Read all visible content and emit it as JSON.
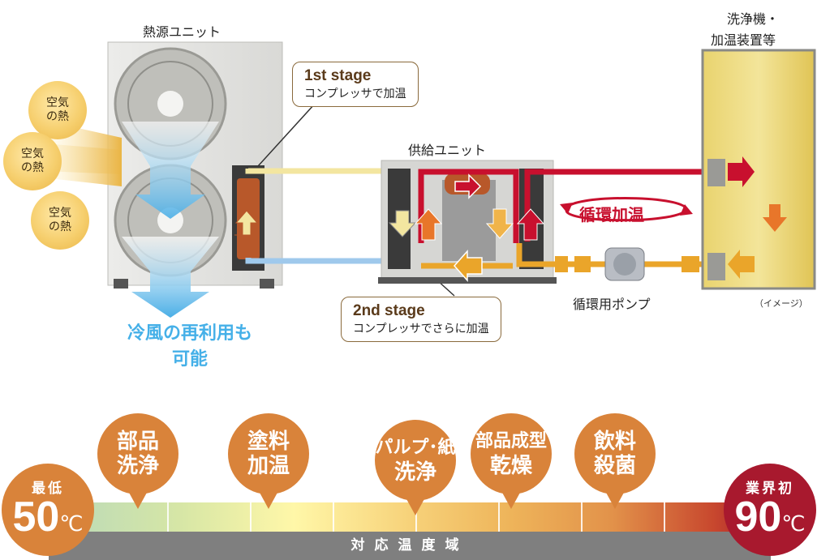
{
  "labels": {
    "heat_source": "熱源ユニット",
    "supply_unit": "供給ユニット",
    "washer_line1": "洗浄機・",
    "washer_line2": "加温装置等",
    "pump": "循環用ポンプ",
    "image_note": "（イメージ）",
    "circulation": "循環加温",
    "reuse_line1": "冷風の再利用も",
    "reuse_line2": "可能"
  },
  "stages": {
    "first_title": "1st stage",
    "first_desc": "コンプレッサで加温",
    "second_title": "2nd stage",
    "second_desc": "コンプレッサでさらに加温"
  },
  "air_heat": [
    {
      "line1": "空気",
      "line2": "の熱"
    },
    {
      "line1": "空気",
      "line2": "の熱"
    },
    {
      "line1": "空気",
      "line2": "の熱"
    }
  ],
  "scale": {
    "band_label": "対応温度域",
    "min_label": "最低",
    "min_value": "50",
    "max_label": "業界初",
    "max_value": "90",
    "unit": "℃",
    "applications": [
      {
        "line1": "部品",
        "line2": "洗浄",
        "color": "#d9833a"
      },
      {
        "line1": "塗料",
        "line2": "加温",
        "color": "#d9833a"
      },
      {
        "line1": "パルプ･紙",
        "line2": "洗浄",
        "color": "#d9833a"
      },
      {
        "line1": "部品成型",
        "line2": "乾燥",
        "color": "#d9833a"
      },
      {
        "line1": "飲料",
        "line2": "殺菌",
        "color": "#d9833a"
      }
    ]
  },
  "colors": {
    "hot": "#c8102e",
    "warm": "#eaa52a",
    "cool": "#9fc9ec",
    "pale": "#f3e6a0",
    "reuse": "#45b0e8",
    "min_circle": "#d9833a",
    "max_circle": "#a8192e"
  }
}
